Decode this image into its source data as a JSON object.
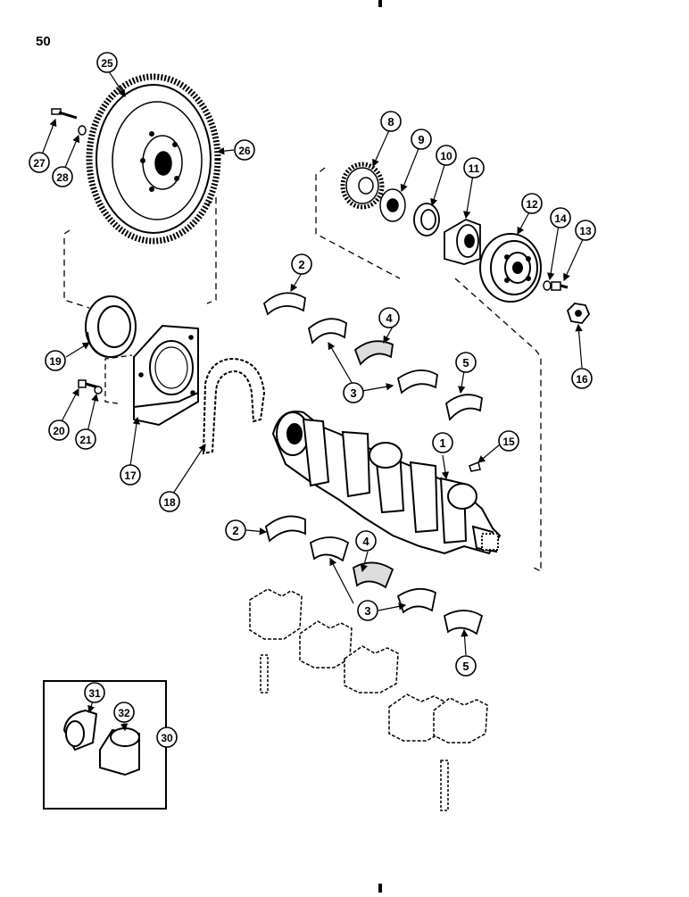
{
  "page_number": "50",
  "callouts": [
    {
      "id": "c1",
      "label": "1"
    },
    {
      "id": "c2a",
      "label": "2"
    },
    {
      "id": "c2b",
      "label": "2"
    },
    {
      "id": "c3a",
      "label": "3"
    },
    {
      "id": "c3b",
      "label": "3"
    },
    {
      "id": "c4a",
      "label": "4"
    },
    {
      "id": "c4b",
      "label": "4"
    },
    {
      "id": "c5a",
      "label": "5"
    },
    {
      "id": "c5b",
      "label": "5"
    },
    {
      "id": "c8",
      "label": "8"
    },
    {
      "id": "c9",
      "label": "9"
    },
    {
      "id": "c10",
      "label": "10"
    },
    {
      "id": "c11",
      "label": "11"
    },
    {
      "id": "c12",
      "label": "12"
    },
    {
      "id": "c13",
      "label": "13"
    },
    {
      "id": "c14",
      "label": "14"
    },
    {
      "id": "c15",
      "label": "15"
    },
    {
      "id": "c16",
      "label": "16"
    },
    {
      "id": "c17",
      "label": "17"
    },
    {
      "id": "c18",
      "label": "18"
    },
    {
      "id": "c19",
      "label": "19"
    },
    {
      "id": "c20",
      "label": "20"
    },
    {
      "id": "c21",
      "label": "21"
    },
    {
      "id": "c25",
      "label": "25"
    },
    {
      "id": "c26",
      "label": "26"
    },
    {
      "id": "c27",
      "label": "27"
    },
    {
      "id": "c28",
      "label": "28"
    },
    {
      "id": "c30",
      "label": "30"
    },
    {
      "id": "c31",
      "label": "31"
    },
    {
      "id": "c32",
      "label": "32"
    }
  ]
}
